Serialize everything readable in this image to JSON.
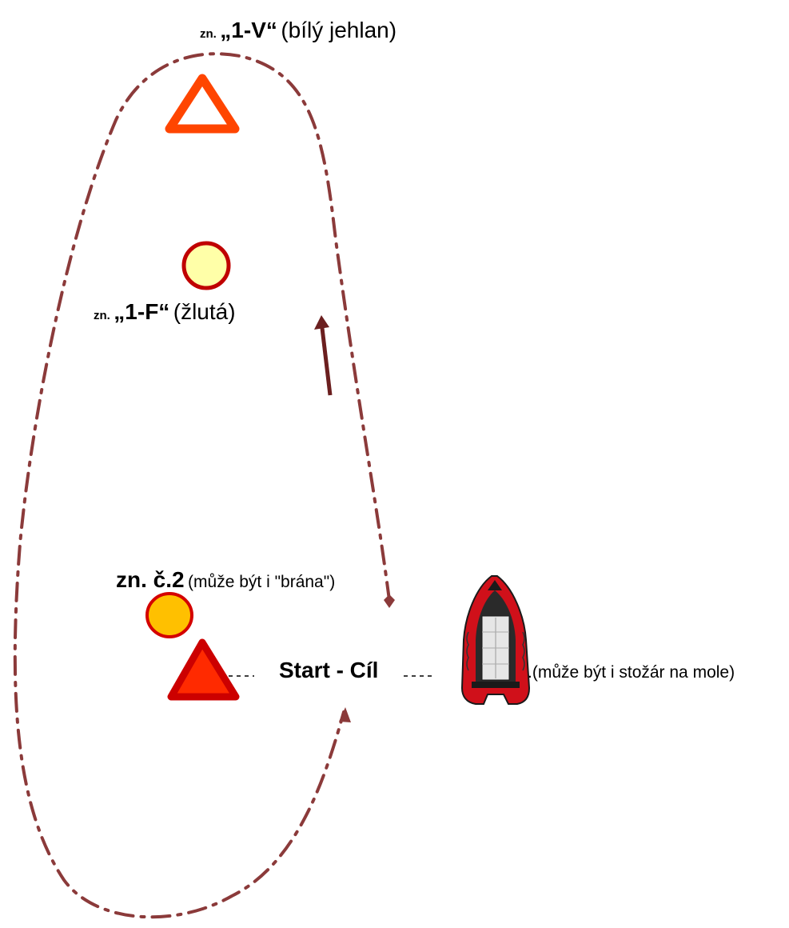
{
  "labels": {
    "mark_1v": {
      "prefix": "zn.",
      "name": "„1-V“",
      "desc": "(bílý jehlan)"
    },
    "mark_1f": {
      "prefix": "zn.",
      "name": "„1-F“",
      "desc": "(žlutá)"
    },
    "start": {
      "text": "Start - Cíl"
    },
    "boat": {
      "text": ".(může být i stožár na mole)"
    },
    "mark_2": {
      "name": "zn. č.2",
      "desc": "(může být i \"brána\")"
    }
  },
  "colors": {
    "course_line": "#8b3a3a",
    "arrow": "#6b1f1f",
    "triangle_1v": "#ff4500",
    "buoy_1f_fill": "#ffffa8",
    "buoy_1f_stroke": "#c00000",
    "triangle_start_fill": "#ff2a00",
    "triangle_start_stroke": "#cc0000",
    "buoy_2_fill": "#ffc000",
    "buoy_2_stroke": "#d40000",
    "boat_hull": "#d0101a",
    "boat_dark": "#1a1a1a"
  }
}
